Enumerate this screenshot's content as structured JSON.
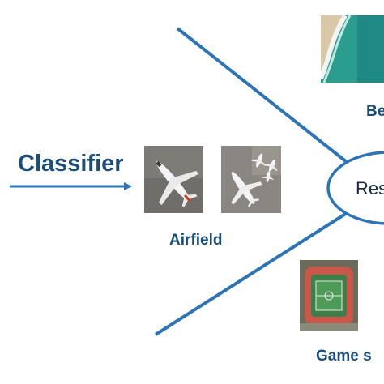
{
  "classifier_label": "Classifier",
  "categories": {
    "airfield": "Airfield",
    "beach_partial": "Be",
    "game_partial": "Game  s",
    "result_partial": "Res"
  },
  "images": {
    "plane_1": "airplane-aerial-photo",
    "plane_2": "multiple-airplanes-aerial-photo",
    "beach": "beach-aerial-photo",
    "stadium": "stadium-aerial-photo"
  },
  "colors": {
    "accent": "#2e74b5",
    "label": "#1d4e79"
  }
}
